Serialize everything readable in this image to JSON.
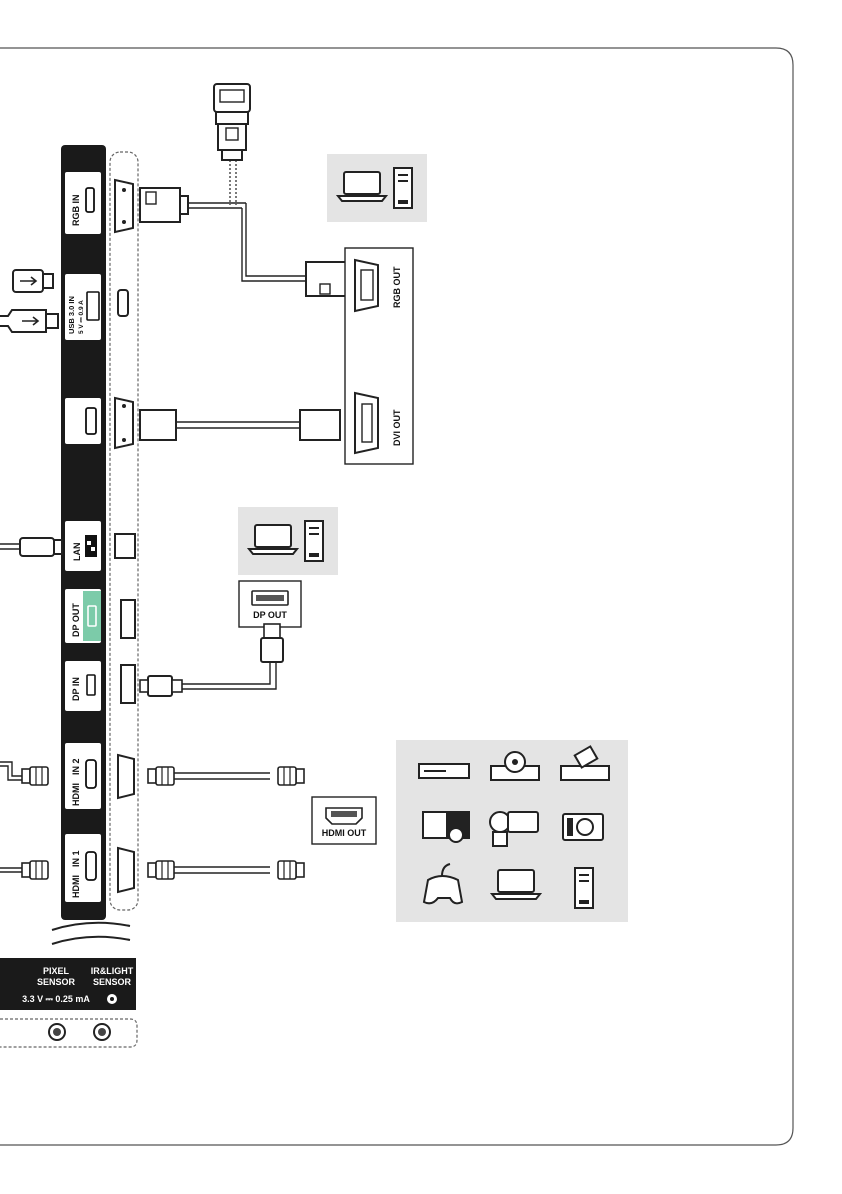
{
  "ports": {
    "rgb_in": "RGB IN",
    "usb_title": "USB 3.0 IN",
    "usb_rating": "5 V ⎓ 0.9 A",
    "lan": "LAN",
    "dp_out": "DP OUT",
    "dp_in": "DP IN",
    "hdmi_in2": "IN 2",
    "hdmi_in1": "IN 1",
    "hdmi_logo": "HDMI"
  },
  "source_panel": {
    "rgb_out": "RGB OUT",
    "dvi_out": "DVI OUT"
  },
  "dp_device_label": "DP OUT",
  "hdmi_device_label": "HDMI OUT",
  "sensors": {
    "pixel_line1": "PIXEL",
    "pixel_line2": "SENSOR",
    "pixel_rating": "3.3 V ⎓ 0.25 mA",
    "ir_line1": "IR&LIGHT",
    "ir_line2": "SENSOR"
  },
  "icons": {
    "computers_top": [
      "laptop-icon",
      "desktop-tower-icon"
    ],
    "computers_mid": [
      "laptop-icon",
      "desktop-tower-icon"
    ],
    "hdmi_devices": [
      "dvd-player-icon",
      "blu-ray-player-icon",
      "set-top-box-icon",
      "hd-player-icon",
      "camcorder-icon",
      "camera-icon",
      "game-console-icon",
      "laptop-icon",
      "desktop-tower-icon"
    ]
  }
}
